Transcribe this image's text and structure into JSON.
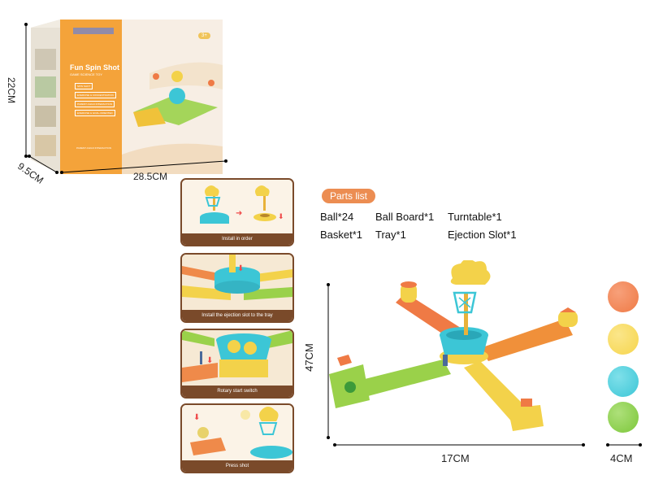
{
  "box": {
    "brand": "Fun Spin Shot",
    "subtitle": "GAME SCIENCE TOY",
    "age": "3+",
    "features": [
      "SPIN SHOT",
      "EXERCISE & CONCENTRATION",
      "PARENT-CHILD INTERACTION",
      "EXERCISE & GOAL-ORIENTED"
    ],
    "footer": "PARENT-CHILD INTERACTION"
  },
  "box_dims": {
    "height": "22CM",
    "depth": "9.5CM",
    "width": "28.5CM"
  },
  "steps": [
    {
      "caption": "Install in order"
    },
    {
      "caption": "Install the ejection slot to the tray"
    },
    {
      "caption": "Rotary start switch"
    },
    {
      "caption": "Press shot"
    }
  ],
  "parts_title": "Parts list",
  "parts": [
    "Ball*24",
    "Ball Board*1",
    "Turntable*1",
    "Basket*1",
    "Tray*1",
    "Ejection Slot*1"
  ],
  "product_dims": {
    "height": "47CM",
    "width": "17CM",
    "ball": "4CM"
  },
  "colors": {
    "orange": "#f2a13a",
    "caption_brown": "#7a4a2a",
    "pill": "#ec8d52",
    "ball_orange": "#ef7a45",
    "ball_yellow": "#f6d54c",
    "ball_blue": "#3cc6d6",
    "ball_green": "#7cc73a"
  }
}
